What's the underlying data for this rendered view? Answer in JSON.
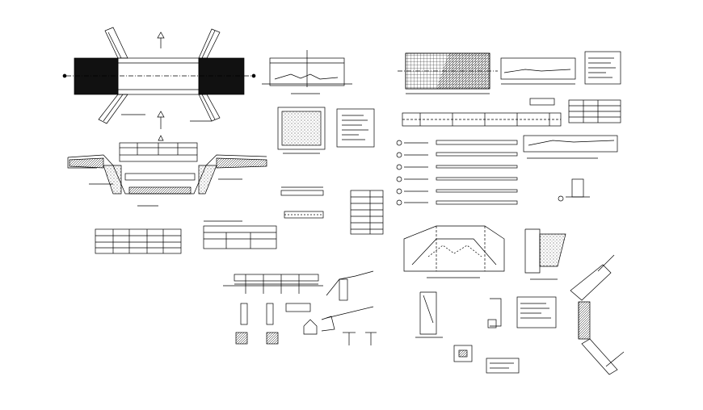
{
  "sheet": {
    "background": "#ffffff",
    "line_color": "#000000",
    "drawing_groups": [
      "bridge-plan-view",
      "bridge-cross-section",
      "elevation-detail",
      "hatched-slab-detail",
      "notes-box",
      "quantity-tables",
      "reinforcement-plan",
      "longitudinal-elevation",
      "bar-schedule",
      "abutment-plan",
      "wing-wall-plan",
      "railing-elevation",
      "small-details"
    ]
  }
}
